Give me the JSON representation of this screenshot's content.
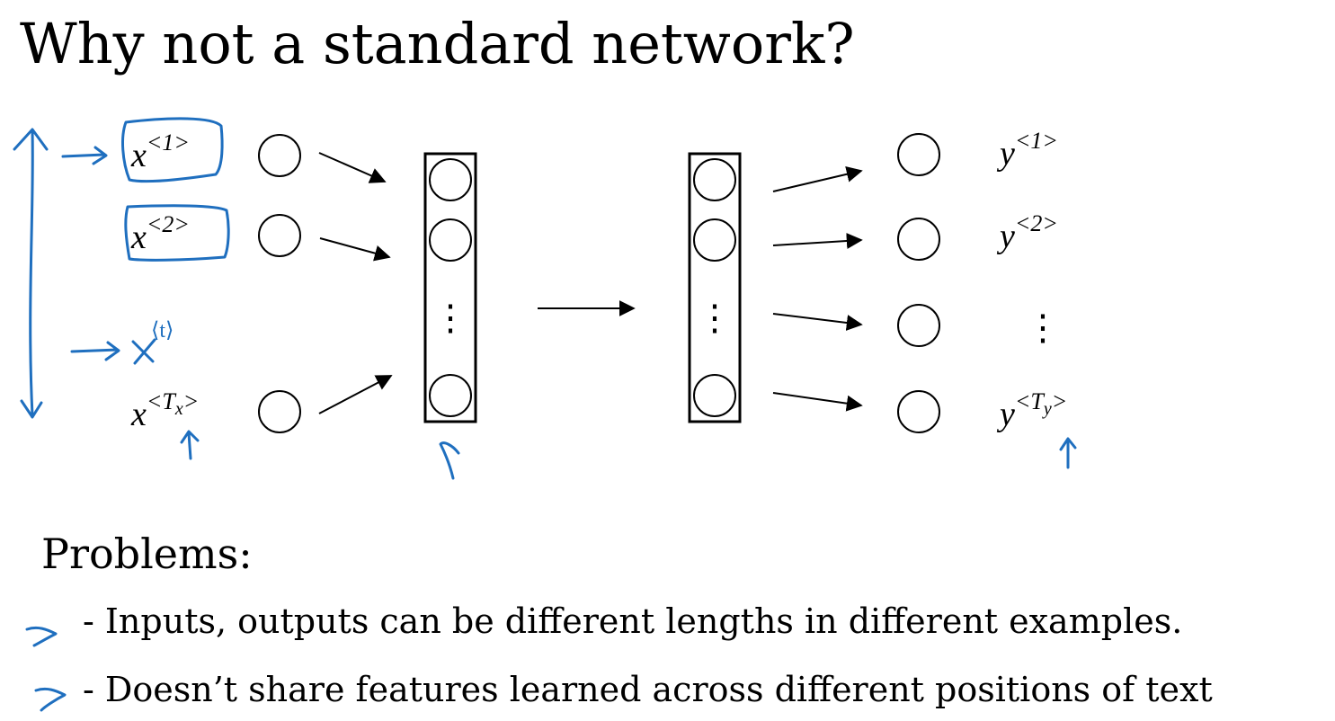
{
  "title": "Why not a standard network?",
  "inputs": [
    {
      "base": "x",
      "sup_open": "<",
      "sup": "1",
      "sup_sub": "",
      "sup_close": ">"
    },
    {
      "base": "x",
      "sup_open": "<",
      "sup": "2",
      "sup_sub": "",
      "sup_close": ">"
    },
    {
      "base": "x",
      "sup_open": "<",
      "sup": "T",
      "sup_sub": "x",
      "sup_close": ">"
    }
  ],
  "outputs": [
    {
      "base": "y",
      "sup_open": "<",
      "sup": "1",
      "sup_sub": "",
      "sup_close": ">"
    },
    {
      "base": "y",
      "sup_open": "<",
      "sup": "2",
      "sup_sub": "",
      "sup_close": ">"
    },
    {
      "base": "y",
      "sup_open": "<",
      "sup": "T",
      "sup_sub": "y",
      "sup_close": ">"
    }
  ],
  "handwritten_input": {
    "base": "x",
    "sup": "⟨t⟩"
  },
  "ellipsis": "⋮",
  "problems_heading": "Problems:",
  "problems": [
    "- Inputs, outputs can be different lengths in different examples.",
    "- Doesn’t share features learned across different positions of text"
  ],
  "colors": {
    "ink": "#000000",
    "annotation": "#1f6fbf",
    "background": "#ffffff"
  }
}
